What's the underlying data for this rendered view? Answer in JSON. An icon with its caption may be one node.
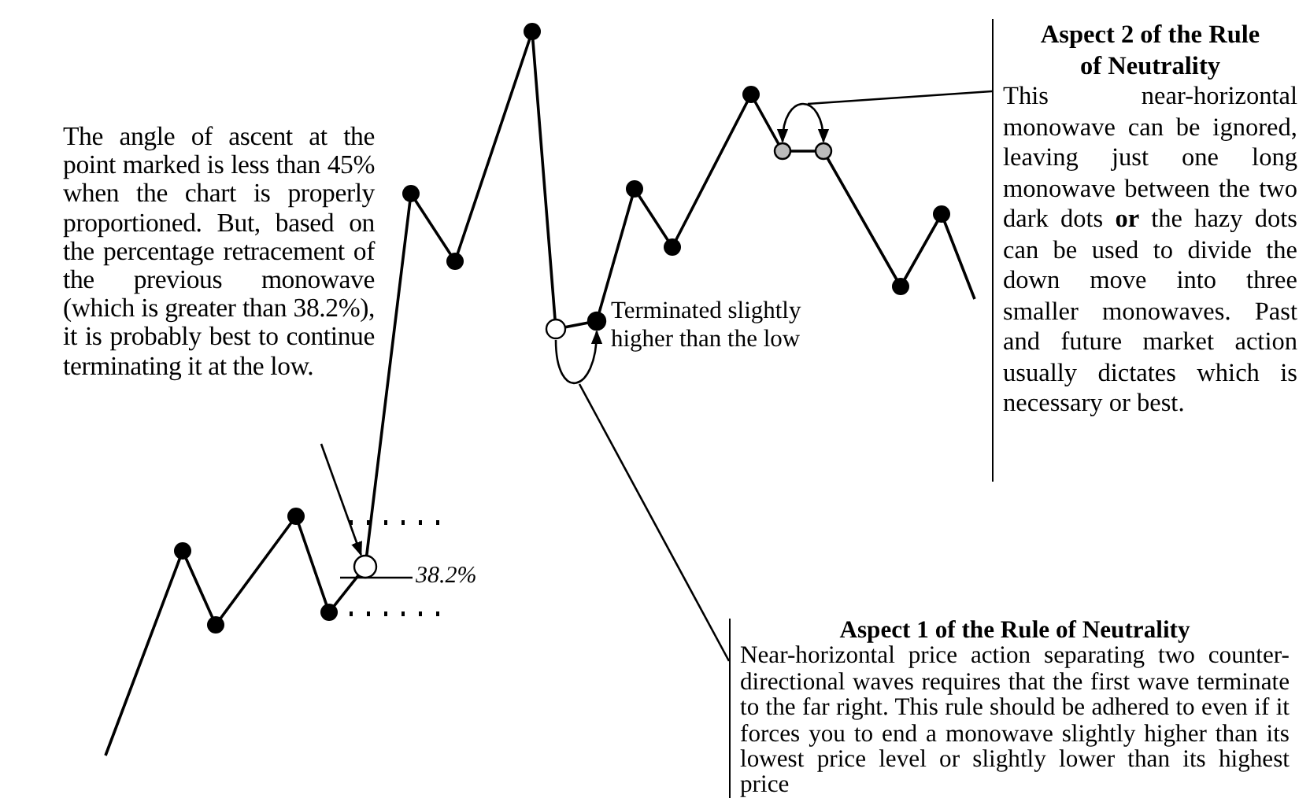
{
  "diagram": {
    "nodes": [
      {
        "text": [
          "The angle of ascent at the point marked is less than 45% when the chart is properly proportioned. But, based on the percentage retracement of the previous monowave (which is greater than 38.2%), it is probably best to continue terminating it at the low."
        ]
      },
      {
        "text": [],
        "shape": "circle"
      },
      {
        "text": [],
        "shape": "circle"
      },
      {
        "text": [],
        "shape": "circle",
        "beside": [
          "Terminated slightly higher than the low"
        ]
      },
      {
        "text": [],
        "shape": "circle"
      },
      {
        "text": [],
        "shape": "circle"
      },
      {
        "text": [
          "Aspect 2 of the Rule of Neutrality",
          "This near-horizontal monowave can be ignored, leaving just one long monowave between the two dark dots **or** the hazy dots can be used to divide the down move into three smaller monowaves. Past and future market action usually dictates which is necessary or best."
        ]
      },
      {
        "text": [
          "Aspect 1 of the Rule of Neutrality",
          "Near-horizontal price action separating two counter-directional waves requires that the first wave terminate to the far right. This rule should be adhered to even if it forces you to end a monowave slightly higher than its lowest price level or slightly lower than its highest price"
        ]
      }
    ],
    "edges": [
      {
        "from": 0,
        "to": 1,
        "arrow": "to"
      },
      {
        "from": 2,
        "to": 3,
        "arrow": "to"
      },
      {
        "from": 4,
        "to": 5,
        "arrow": "both"
      },
      {
        "from": 6,
        "to": null,
        "arrow": "none"
      },
      {
        "from": 7,
        "to": null,
        "arrow": "none"
      }
    ],
    "labels": [
      "38.2%"
    ]
  }
}
